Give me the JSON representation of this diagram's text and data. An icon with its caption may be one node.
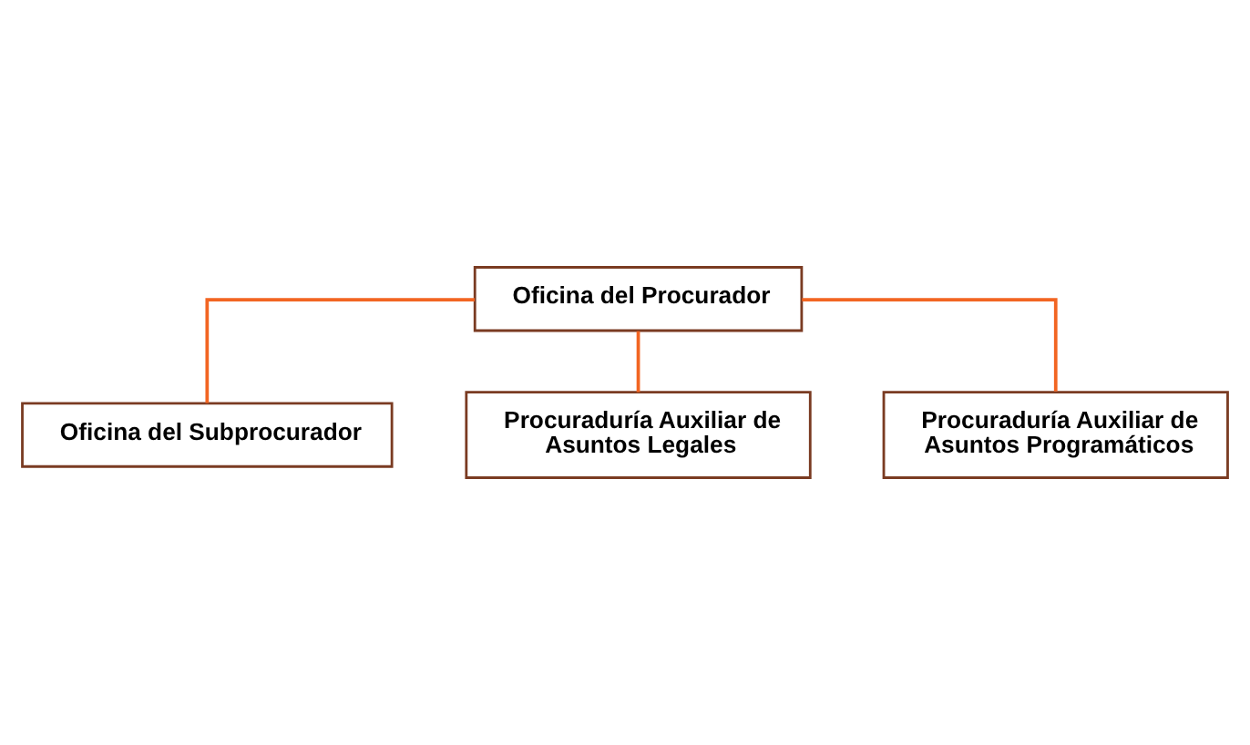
{
  "diagram": {
    "nodes": [
      {
        "text": [
          "Oficina del Procurador"
        ]
      },
      {
        "text": [
          "Oficina del Subprocurador"
        ]
      },
      {
        "text": [
          "Procuraduría Auxiliar de Asuntos Legales"
        ]
      },
      {
        "text": [
          "Procuraduría Auxiliar de Asuntos Programáticos"
        ]
      }
    ],
    "edges": [
      {
        "from": 0,
        "to": 1,
        "arrow": "none"
      },
      {
        "from": 0,
        "to": 2,
        "arrow": "none"
      },
      {
        "from": 0,
        "to": 3,
        "arrow": "none"
      }
    ]
  }
}
